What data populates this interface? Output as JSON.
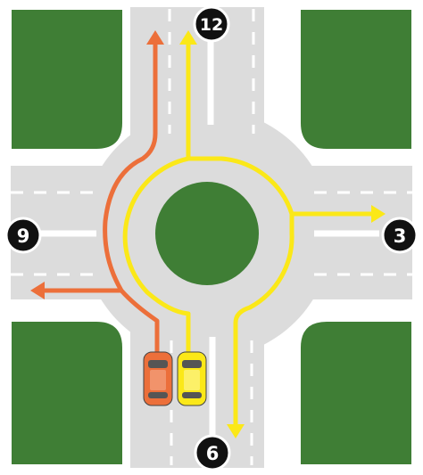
{
  "diagram": {
    "colors": {
      "background": "#ffffff",
      "road": "#dcdcdc",
      "grass": "#3f7e35",
      "grass_edge": "#ffffff",
      "lane_marking": "#ffffff",
      "orange_route": "#ec6f3a",
      "yellow_route": "#fbe818",
      "badge_fill": "#111111",
      "badge_ring": "#ffffff",
      "car_orange": "#ec6f3a",
      "car_yellow": "#fbe818"
    },
    "exits": {
      "north": "12",
      "east": "3",
      "south": "6",
      "west": "9"
    },
    "routes": [
      {
        "name": "orange-route",
        "color_key": "orange_route",
        "exits_used": [
          "west",
          "north"
        ]
      },
      {
        "name": "yellow-route",
        "color_key": "yellow_route",
        "exits_used": [
          "north",
          "east",
          "south"
        ]
      }
    ],
    "cars": [
      {
        "name": "orange-car",
        "color_key": "car_orange"
      },
      {
        "name": "yellow-car",
        "color_key": "car_yellow"
      }
    ]
  }
}
